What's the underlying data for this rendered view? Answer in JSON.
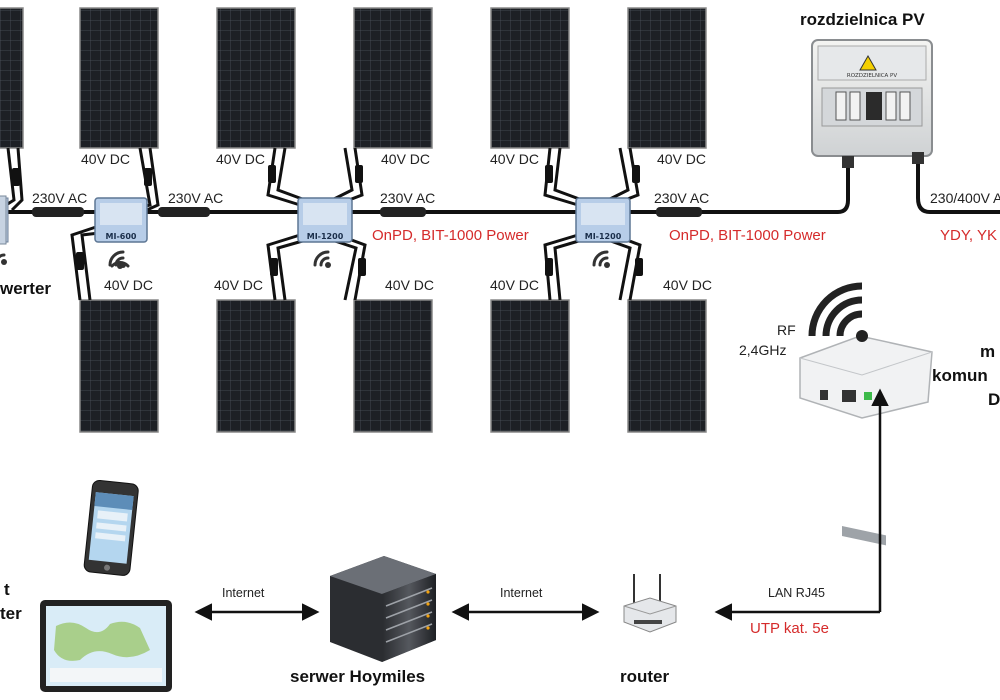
{
  "labels": {
    "dc_40v": "40V DC",
    "ac_230v": "230V AC",
    "ac_230_400v": "230/400V A",
    "cable_onpd": "OnPD, BIT-1000 Power",
    "cable_ydy": "YDY, YK",
    "distribution_board": "rozdzielnica PV",
    "board_plate": "ROZDZIELNICA PV",
    "inverter_partial": "werter",
    "rf": "RF",
    "rf_freq": "2,4GHz",
    "dtu_line1": "m",
    "dtu_line2": "komun",
    "dtu_line3": "D",
    "internet": "Internet",
    "lan": "LAN RJ45",
    "utp": "UTP kat. 5e",
    "server": "serwer Hoymiles",
    "router": "router",
    "client_line1": "t",
    "client_line2": "ter"
  },
  "microinverters": [
    "MI-600",
    "MI-1200",
    "MI-1200"
  ],
  "colors": {
    "cable": "#111111",
    "accent_red": "#d52b2b",
    "panel_dark": "#1c1e22",
    "inverter_blue": "#8fb0d8"
  }
}
